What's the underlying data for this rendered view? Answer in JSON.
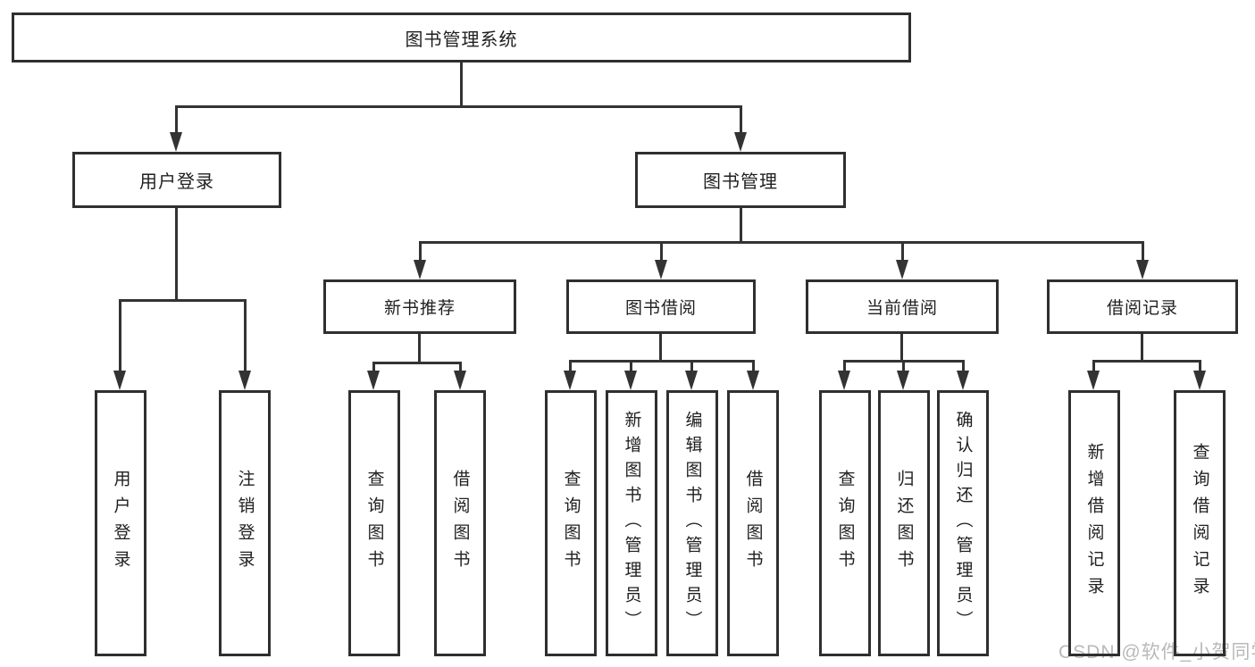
{
  "nodes": {
    "root": "图书管理系统",
    "level1": [
      "用户登录",
      "图书管理"
    ],
    "level2": [
      "新书推荐",
      "图书借阅",
      "当前借阅",
      "借阅记录"
    ],
    "login_leaves": [
      "用户登录",
      "注销登录"
    ],
    "recommend_leaves": [
      "查询图书",
      "借阅图书"
    ],
    "borrow_leaves": [
      "查询图书",
      "新增图书（管理员）",
      "编辑图书（管理员）",
      "借阅图书"
    ],
    "current_leaves": [
      "查询图书",
      "归还图书",
      "确认归还（管理员）"
    ],
    "record_leaves": [
      "新增借阅记录",
      "查询借阅记录"
    ]
  },
  "watermark": "CSDN @软件_小贺同学",
  "colors": {
    "line": "#333333",
    "border": "#2f2f2f",
    "text": "#1f1f1f",
    "background": "#ffffff",
    "watermark": "#b9b9b9"
  }
}
